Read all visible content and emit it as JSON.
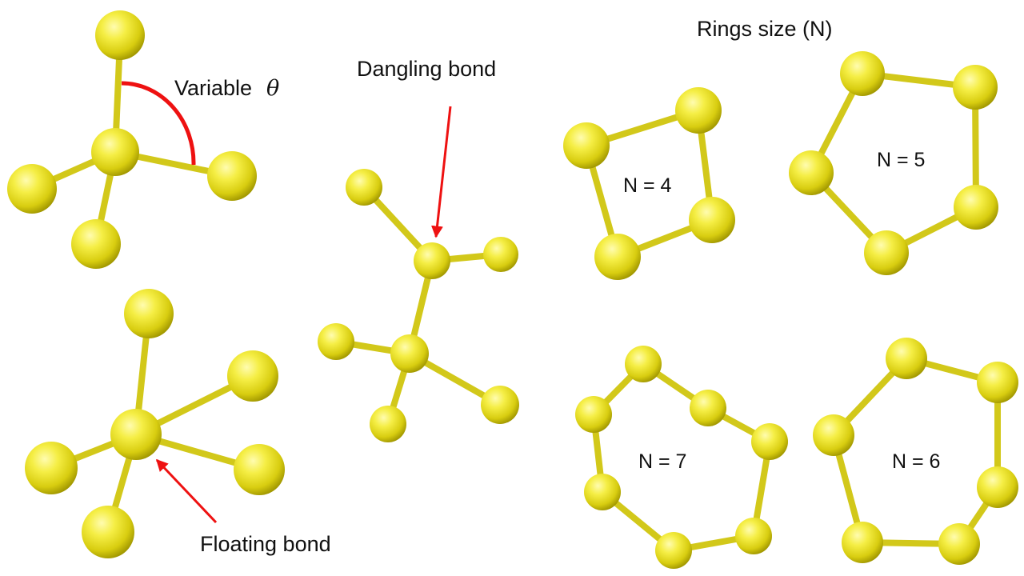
{
  "labels": {
    "variable": "Variable",
    "theta": "θ",
    "dangling": "Dangling bond",
    "floating": "Floating bond",
    "rings_title": "Rings size (N)",
    "n4": "N = 4",
    "n5": "N = 5",
    "n6": "N = 6",
    "n7": "N = 7"
  },
  "colors": {
    "atom_light": "#fffcb0",
    "atom_mid": "#eee42a",
    "atom_dark": "#a09600",
    "bond": "#d2c81a",
    "arrow": "#ee1111",
    "text": "#111111"
  }
}
